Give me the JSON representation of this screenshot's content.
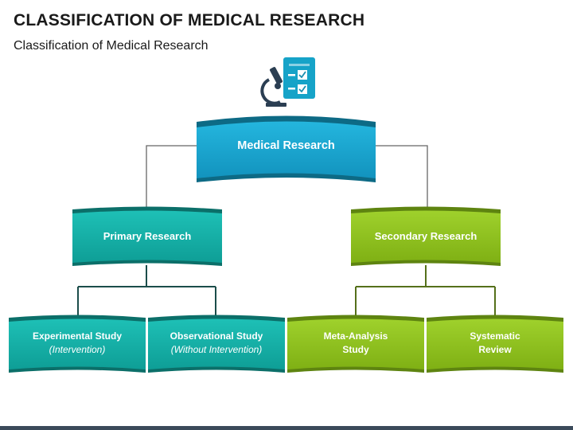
{
  "header": {
    "title": "CLASSIFICATION OF MEDICAL RESEARCH",
    "subtitle": "Classification of Medical Research"
  },
  "diagram": {
    "icon": "microscope-checklist-icon",
    "root": {
      "label": "Medical Research",
      "color": "#1aa6cf"
    },
    "primary": {
      "label": "Primary Research",
      "color": "#14b1a8",
      "children": [
        {
          "line1": "Experimental Study",
          "line2": "(Intervention)"
        },
        {
          "line1": "Observational Study",
          "line2": "(Without Intervention)"
        }
      ]
    },
    "secondary": {
      "label": "Secondary Research",
      "color": "#8fc31f",
      "children": [
        {
          "line1": "Meta-Analysis",
          "line2": "Study"
        },
        {
          "line1": "Systematic",
          "line2": "Review"
        }
      ]
    }
  }
}
